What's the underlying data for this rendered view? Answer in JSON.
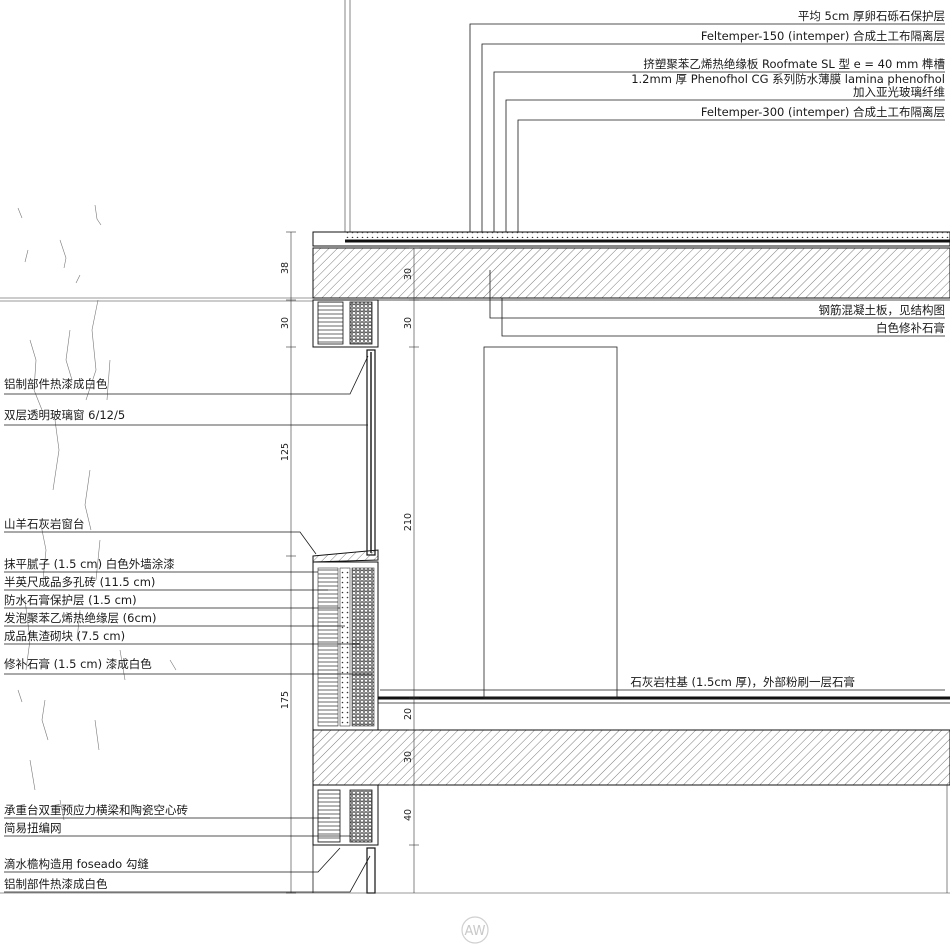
{
  "labels_right": [
    "平均 5cm 厚卵石砾石保护层",
    "Feltemper-150 (intemper) 合成土工布隔离层",
    "挤塑聚苯乙烯热绝缘板 Roofmate SL 型 e = 40 mm 榫槽",
    "1.2mm 厚 Phenofhol CG 系列防水薄膜 lamina phenofhol",
    "加入亚光玻璃纤维",
    "Feltemper-300 (intemper) 合成土工布隔离层",
    "钢筋混凝土板，见结构图",
    "白色修补石膏",
    "石灰岩柱基 (1.5cm 厚)，外部粉刷一层石膏"
  ],
  "labels_left": [
    "铝制部件热漆成白色",
    "双层透明玻璃窗 6/12/5",
    "山羊石灰岩窗台",
    "抹平腻子 (1.5 cm) 白色外墙涂漆",
    "半英尺成品多孔砖 (11.5 cm)",
    "防水石膏保护层 (1.5 cm)",
    "发泡聚苯乙烯热绝缘层 (6cm)",
    "成品焦渣砌块 (7.5 cm)",
    "修补石膏 (1.5 cm) 漆成白色",
    "承重台双重预应力横梁和陶瓷空心砖",
    "简易扭编网",
    "滴水檐构造用 foseado 勾缝",
    "铝制部件热漆成白色"
  ],
  "dims_outer": [
    "38",
    "30",
    "125",
    "175"
  ],
  "dims_inner": [
    "30",
    "30",
    "210",
    "20",
    "30",
    "40"
  ],
  "watermark": "AW",
  "colors": {
    "line": "#1a1a1a",
    "background": "#ffffff"
  }
}
